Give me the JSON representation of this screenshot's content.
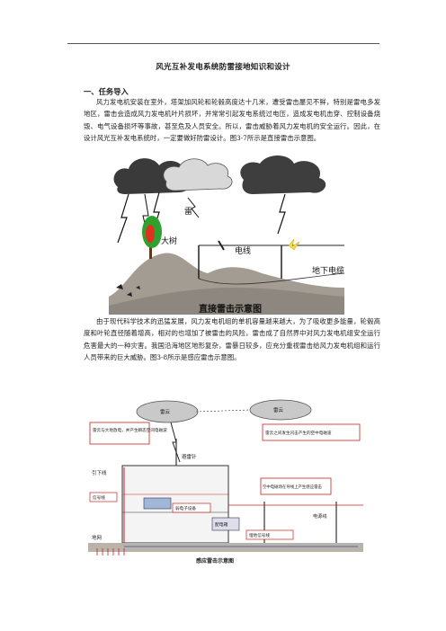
{
  "document": {
    "title": "风光互补发电系统防雷接地知识和设计",
    "section_heading": "一、任务导入",
    "paragraph_1": "风力发电机安装在室外，塔架加风轮和轮毂高度达十几米，遭受雷击屡见不鲜，特别是雷电多发地区，雷击会造成风力发电机叶片损坏，并常常引起发电系统过电压，造成发电机击穿、控制设备烧毁、电气设备损坏等事故，甚至危及人员安全。所以，雷击威胁着风力发电机的安全运行。因此，在设计风光互补发电系统时，一定要做好防雷设计。图3-7所示是直接雷击示意图。",
    "paragraph_2": "由于现代科学技术的迅猛发展，风力发电机组的单机容量越来越大，为了吸收更多能量，轮毂高度和叶轮直径随着增高，相对的也增加了被雷击的风险，雷击成了自然界中对风力发电机组安全运行危害最大的一种灾害。我国沿海地区地形复杂，雷暴日较多，应充分重视雷击给风力发电机组和运行人员带来的巨大威胁。图3-8所示是感应雷击示意图。"
  },
  "figure_1": {
    "label_lightning": "雷",
    "label_tree": "大树",
    "label_line": "电线",
    "label_cable": "地下电缆",
    "caption": "直接雷击示意图"
  },
  "figure_2": {
    "cloud_left": "雷云",
    "cloud_right": "雷云",
    "note_left": "雷云与大地放电，并产生瞬态空间电磁波",
    "note_right": "雷云之间发生闪击产生的空中电磁波",
    "label_rod": "避雷针",
    "label_down": "引下线",
    "note_field": "空中电磁场在导线上产生感应雷击",
    "label_signal": "信号线",
    "label_equip": "弱电子设备",
    "label_box": "配电箱",
    "label_power": "电源线",
    "label_ground": "地网",
    "label_buried": "埋地信号线",
    "caption": "感应雷击示意图"
  }
}
